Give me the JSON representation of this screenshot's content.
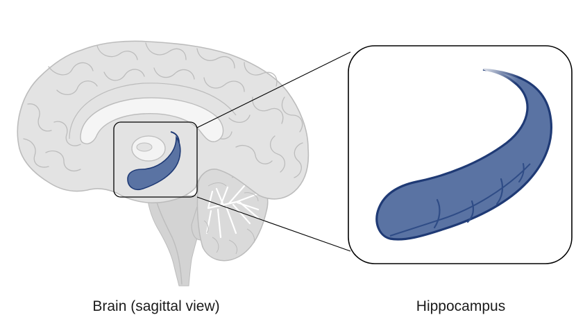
{
  "labels": {
    "brain": "Brain (sagittal view)",
    "hippocampus": "Hippocampus"
  },
  "colors": {
    "hippocampus_fill": "#5a73a3",
    "hippocampus_outline": "#1f3a75",
    "hippocampus_shadow": "#2f4c86",
    "brain_fill": "#e3e3e3",
    "brain_outline": "#bcbcbc",
    "brainstem_fill": "#d3d3d3",
    "cerebellum_fill": "#dadada",
    "white_matter": "#f5f5f5",
    "line": "#000000"
  },
  "icons": {
    "brain": "brain-sagittal-illustration",
    "hippocampus": "hippocampus-illustration"
  }
}
